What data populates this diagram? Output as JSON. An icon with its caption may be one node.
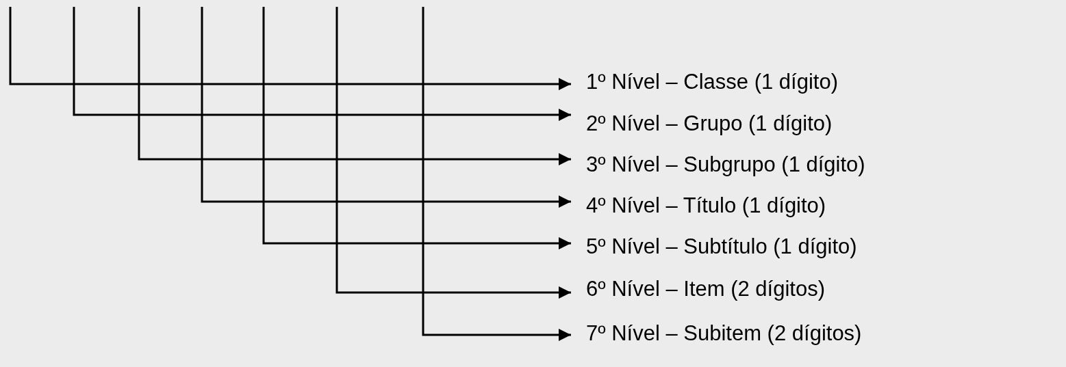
{
  "diagram": {
    "nodes": [
      {
        "text": [
          "1º Nível – Classe (1 dígito)"
        ]
      },
      {
        "text": [
          "2º Nível – Grupo (1 dígito)"
        ]
      },
      {
        "text": [
          "3º Nível – Subgrupo (1 dígito)"
        ]
      },
      {
        "text": [
          "4º Nível – Título (1 dígito)"
        ]
      },
      {
        "text": [
          "5º Nível – Subtítulo (1 dígito)"
        ]
      },
      {
        "text": [
          "6º Nível – Item (2 dígitos)"
        ]
      },
      {
        "text": [
          "7º Nível – Subitem (2 dígitos)"
        ]
      }
    ],
    "edges": [
      {
        "from": null,
        "to": 0,
        "arrow": "to"
      },
      {
        "from": null,
        "to": 1,
        "arrow": "to"
      },
      {
        "from": null,
        "to": 2,
        "arrow": "to"
      },
      {
        "from": null,
        "to": 3,
        "arrow": "to"
      },
      {
        "from": null,
        "to": 4,
        "arrow": "to"
      },
      {
        "from": null,
        "to": 5,
        "arrow": "to"
      },
      {
        "from": null,
        "to": 6,
        "arrow": "to"
      }
    ]
  }
}
